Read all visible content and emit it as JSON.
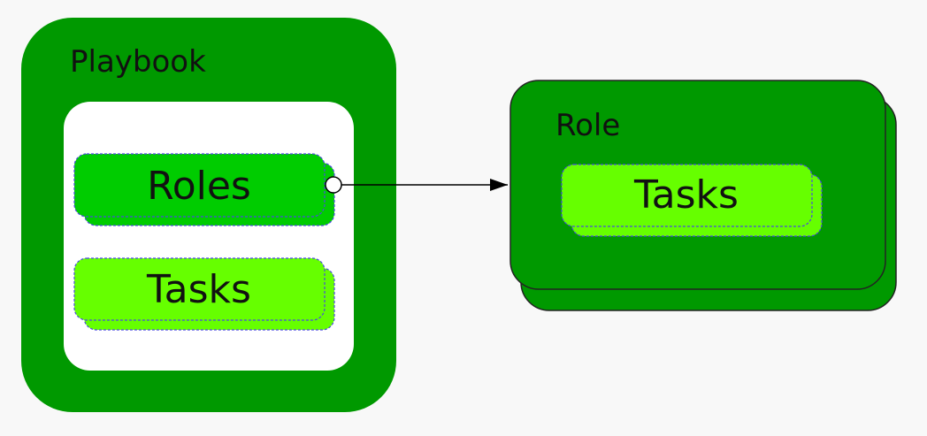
{
  "diagram": {
    "playbook": {
      "label": "Playbook",
      "items": [
        {
          "label": "Roles"
        },
        {
          "label": "Tasks"
        }
      ]
    },
    "role": {
      "label": "Role",
      "items": [
        {
          "label": "Tasks"
        }
      ]
    },
    "connector": {
      "from": "Roles",
      "to": "Role"
    }
  },
  "colors": {
    "background": "#f8f8f8",
    "container_green": "#009900",
    "roles_node": "#00cc00",
    "tasks_node": "#66ff00",
    "node_border": "#4a4ae0",
    "inner_panel": "#ffffff",
    "edge": "#000000",
    "text": "#111111"
  }
}
